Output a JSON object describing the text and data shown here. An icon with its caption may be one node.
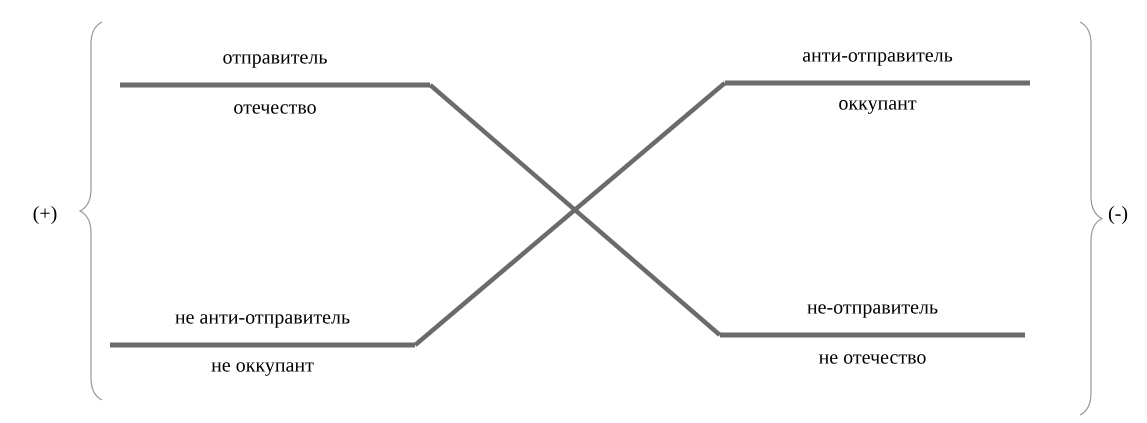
{
  "diagram": {
    "nodes": [
      {
        "text": [
          "отправитель",
          "отечество"
        ]
      },
      {
        "text": [
          "анти-отправитель",
          "оккупант"
        ]
      },
      {
        "text": [
          "не анти-отправитель",
          "не оккупант"
        ]
      },
      {
        "text": [
          "не-отправитель",
          "не отечество"
        ]
      }
    ],
    "edges": [
      {
        "from": 0,
        "to": 3,
        "arrow": "none"
      },
      {
        "from": 2,
        "to": 1,
        "arrow": "none"
      }
    ],
    "labels": [
      "(+)",
      "(-)"
    ]
  }
}
